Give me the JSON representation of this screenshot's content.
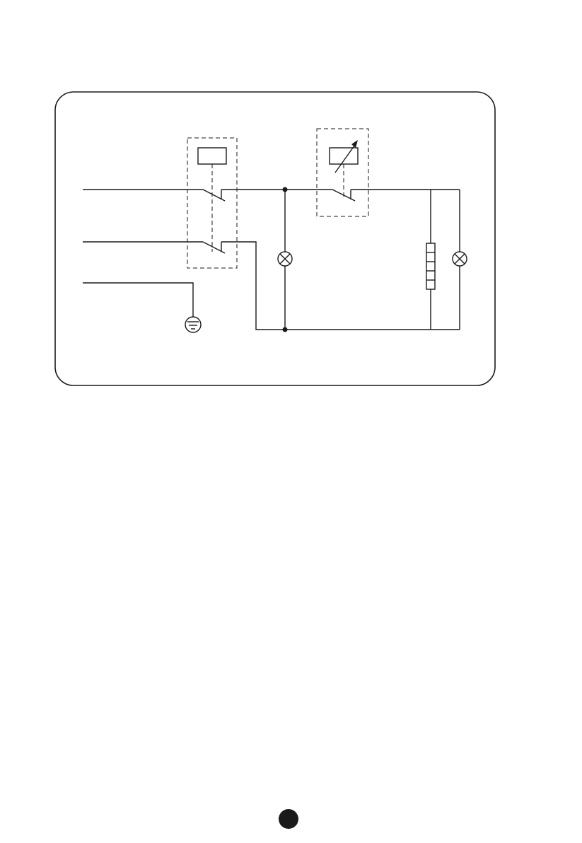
{
  "diagram": {
    "kind": "electrical-wiring-schematic",
    "components": [
      "double-pole-switch",
      "thermostat",
      "indicator-lamp",
      "indicator-lamp",
      "heating-element",
      "ground-symbol"
    ],
    "colors": {
      "line": "#1a1a1a",
      "background": "#ffffff"
    }
  },
  "page": {
    "marker": "black-dot"
  }
}
